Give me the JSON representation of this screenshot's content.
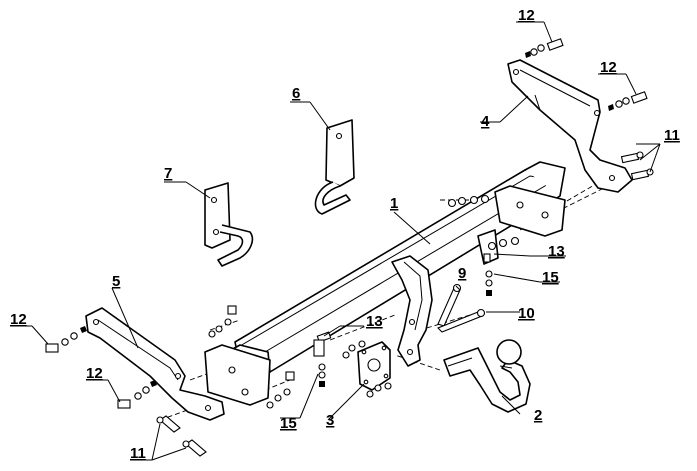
{
  "callouts": {
    "c1": "1",
    "c2": "2",
    "c3": "3",
    "c4": "4",
    "c5": "5",
    "c6": "6",
    "c7": "7",
    "c9": "9",
    "c10": "10",
    "c11a": "11",
    "c11b": "11",
    "c12a": "12",
    "c12b": "12",
    "c12c": "12",
    "c12d": "12",
    "c13a": "13",
    "c13b": "13",
    "c15a": "15",
    "c15b": "15"
  }
}
